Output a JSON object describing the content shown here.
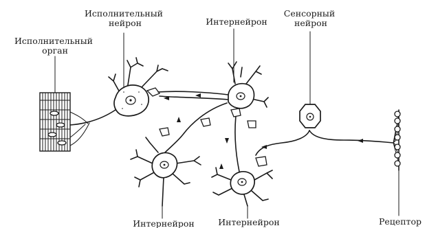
{
  "labels": {
    "effector_organ": [
      "Исполнительный",
      "орган"
    ],
    "motor_neuron": [
      "Исполнительный",
      "нейрон"
    ],
    "interneuron_top": [
      "Интернейрон"
    ],
    "sensory_neuron": [
      "Сенсорный",
      "нейрон"
    ],
    "interneuron_bottom_left": [
      "Интернейрон"
    ],
    "interneuron_bottom_middle": [
      "Интернейрон"
    ],
    "receptor": [
      "Рецептор"
    ]
  }
}
